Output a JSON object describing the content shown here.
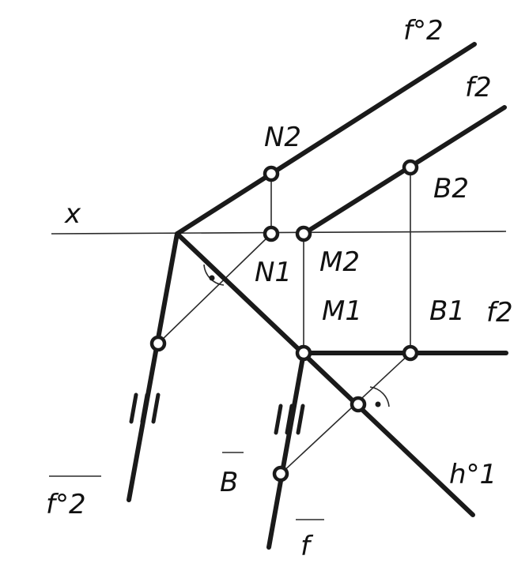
{
  "labels": {
    "f0_2_top": "f°2",
    "f2_top": "f2",
    "N2": "N2",
    "B2": "B2",
    "x": "x",
    "N1": "N1",
    "M2": "M2",
    "M1": "M1",
    "B1": "B1",
    "f2_right": "f2",
    "B_bar": "B",
    "h0_1": "h°1",
    "f0_2_bar": "f°2",
    "f_bar": "f"
  }
}
